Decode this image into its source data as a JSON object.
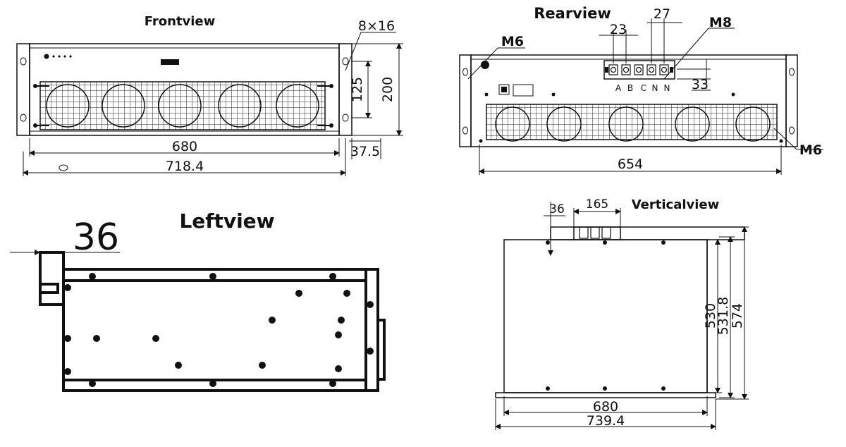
{
  "titles": {
    "front": "Frontview",
    "rear": "Rearview",
    "left": "Leftview",
    "vertical": "Verticalview"
  },
  "front": {
    "dim_width_inner": "680",
    "dim_width_total": "718.4",
    "dim_height_total": "200",
    "dim_height_inner": "125",
    "dim_slot": "8×16",
    "dim_offset": "37.5"
  },
  "rear": {
    "dim_width": "654",
    "dim_terminal_pitch": "23",
    "dim_terminal_gap": "27",
    "dim_terminal_height": "33",
    "label_m8": "M8",
    "label_m6_top": "M6",
    "label_m6_bottom": "M6",
    "terminal_labels": [
      "A",
      "B",
      "C",
      "N",
      "N"
    ]
  },
  "left": {
    "dim_handle": "36"
  },
  "vertical": {
    "dim_handle": "36",
    "dim_terminal_block": "165",
    "dim_width_inner": "680",
    "dim_width_total": "739.4",
    "dim_depth_a": "530",
    "dim_depth_b": "531.8",
    "dim_depth_c": "574"
  }
}
